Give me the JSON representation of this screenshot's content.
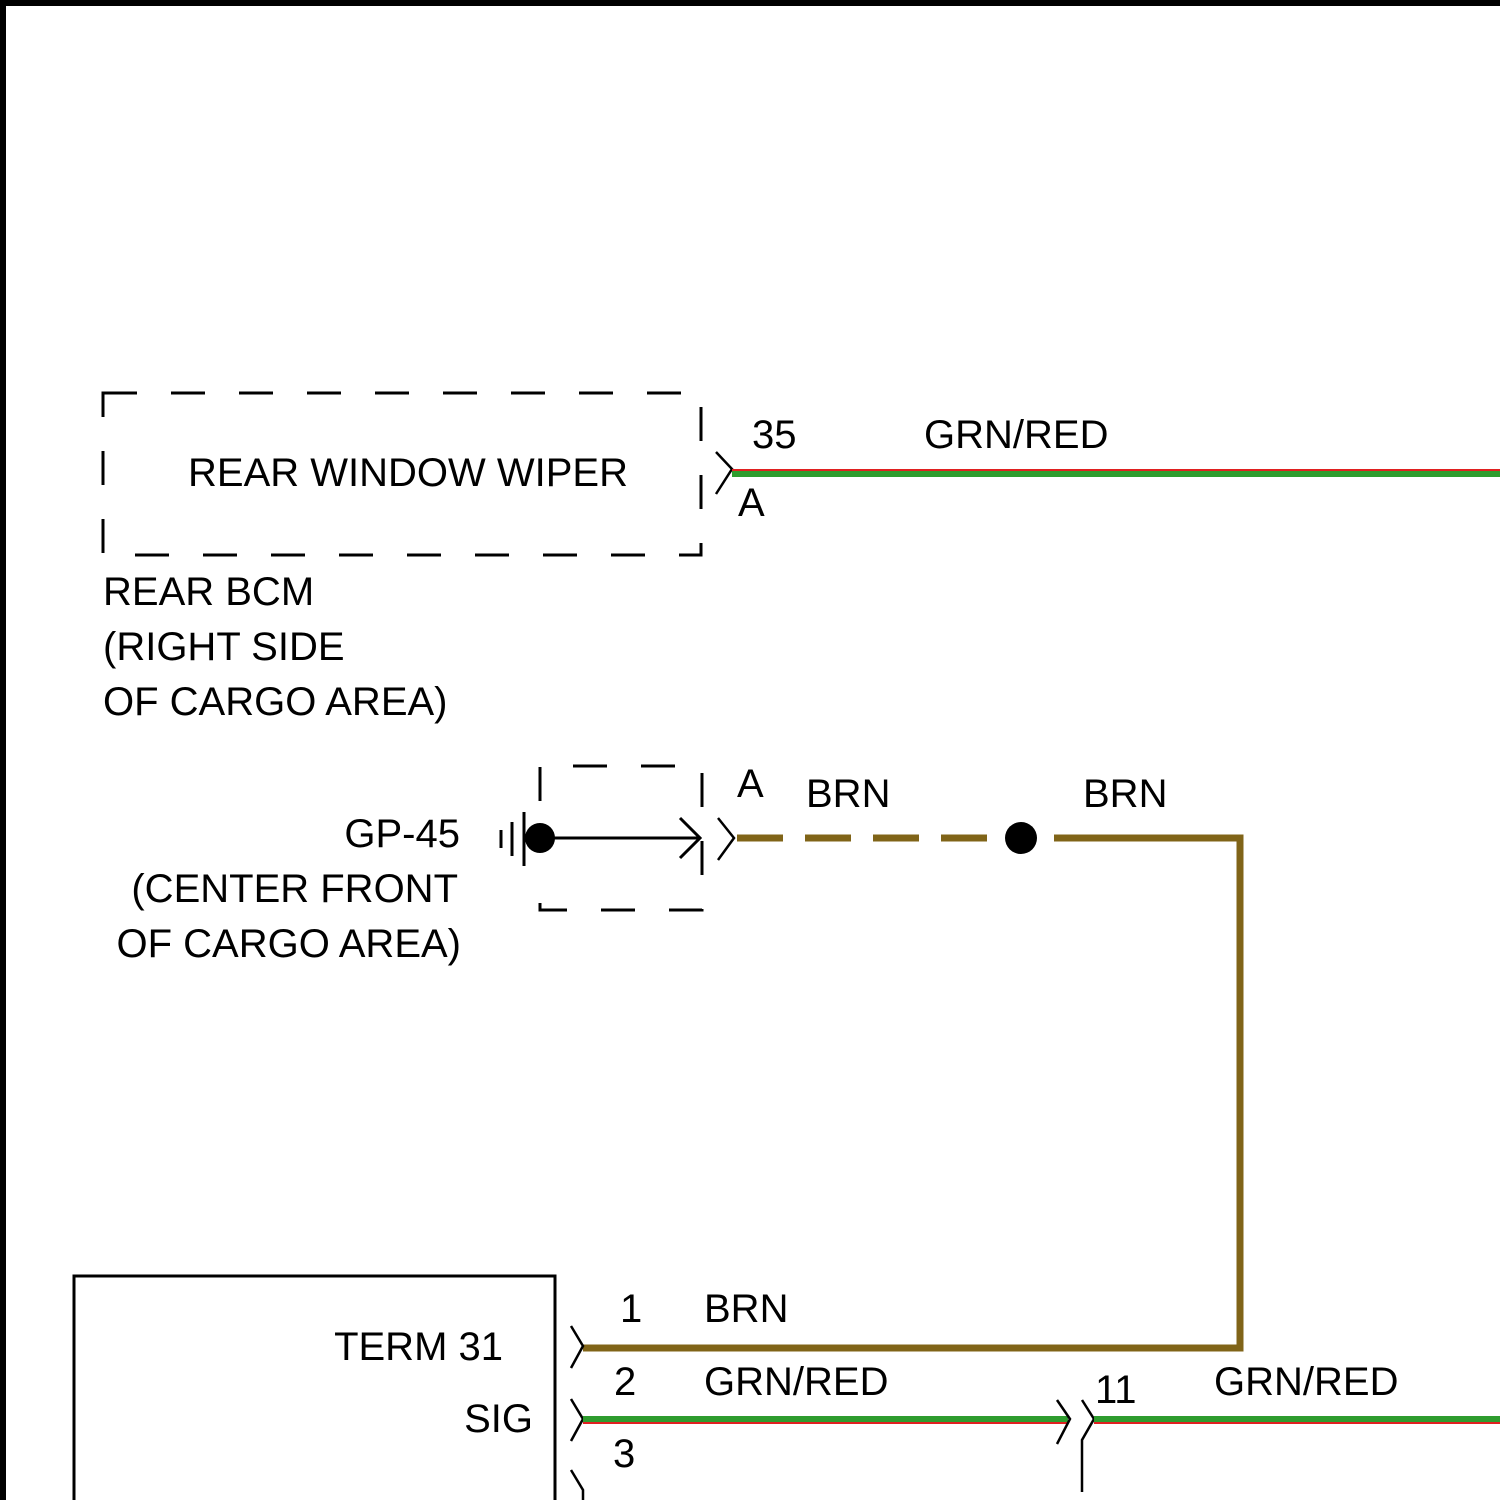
{
  "colors": {
    "brn": "#806418",
    "grn": "#2e9c2e",
    "red": "#e02020",
    "ink": "#000000"
  },
  "components": {
    "rear_bcm": {
      "inner_label": "REAR WINDOW WIPER",
      "name_lines": [
        "REAR BCM",
        "(RIGHT SIDE",
        "OF CARGO AREA)"
      ],
      "pin_number": "35",
      "connector_letter": "A",
      "wire_color": "GRN/RED"
    },
    "ground_gp45": {
      "name_lines": [
        "GP-45",
        "(CENTER FRONT",
        "OF CARGO AREA)"
      ],
      "connector_letter": "A",
      "wire_color_left": "BRN",
      "wire_color_right": "BRN"
    },
    "wiper_module": {
      "pin_labels": [
        "TERM 31",
        "SIG"
      ],
      "pins": [
        {
          "number": "1",
          "wire_color": "BRN"
        },
        {
          "number": "2",
          "wire_color": "GRN/RED"
        },
        {
          "number": "3"
        }
      ],
      "inline_connector_pin": "11",
      "inline_wire_color": "GRN/RED"
    }
  }
}
